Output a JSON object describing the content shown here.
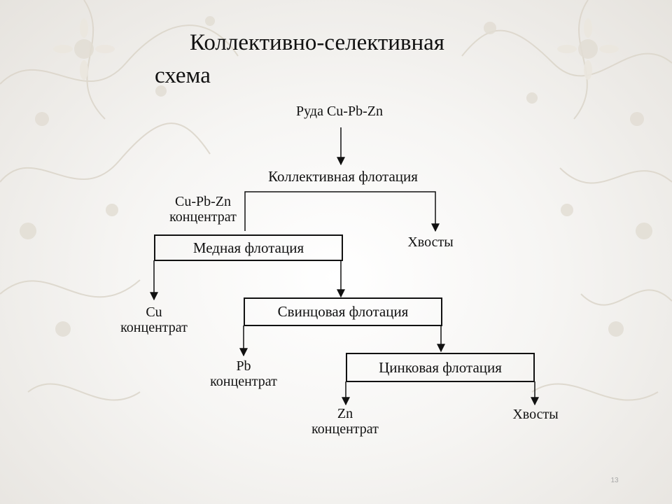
{
  "slide": {
    "title_line1": "Коллективно-селективная",
    "title_line2": "схема",
    "page_number": "13"
  },
  "diagram": {
    "ore": "Руда Cu-Pb-Zn",
    "bulk_flotation": "Коллективная флотация",
    "bulk_concentrate_line1": "Cu-Pb-Zn",
    "bulk_concentrate_line2": "концентрат",
    "bulk_tailings": "Хвосты",
    "copper_flotation": "Медная флотация",
    "cu_line1": "Cu",
    "cu_line2": "концентрат",
    "lead_flotation": "Свинцовая флотация",
    "pb_line1": "Pb",
    "pb_line2": "концентрат",
    "zinc_flotation": "Цинковая флотация",
    "zn_line1": "Zn",
    "zn_line2": "концентрат",
    "final_tailings": "Хвосты"
  }
}
